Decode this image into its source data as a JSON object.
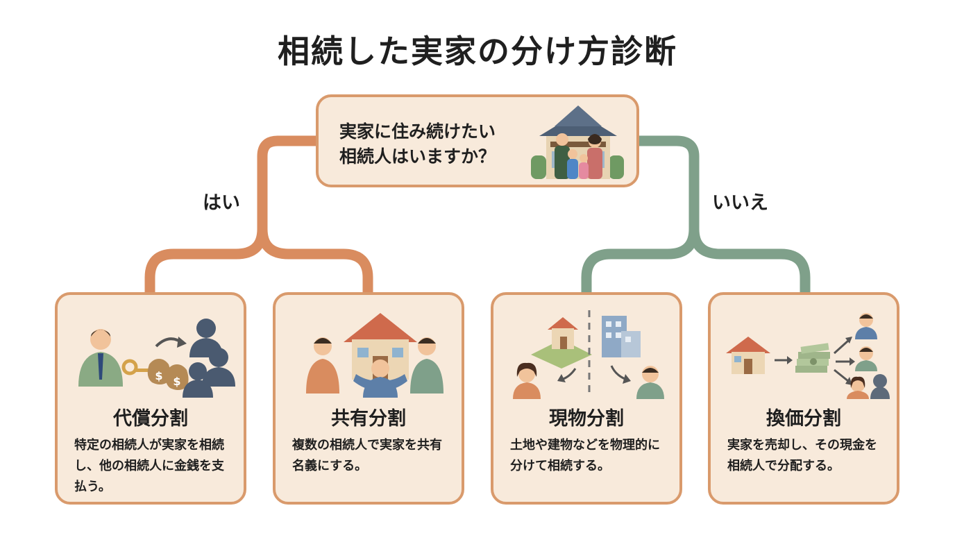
{
  "title": "相続した実家の分け方診断",
  "question": {
    "line1": "実家に住み続けたい",
    "line2": "相続人はいますか？"
  },
  "branches": {
    "yes": "はい",
    "no": "いいえ"
  },
  "colors": {
    "yes_branch": "#d98c5f",
    "no_branch": "#7fa08a",
    "card_fill": "#f8eadb",
    "card_border": "#d99a6c"
  },
  "cards": [
    {
      "title": "代償分割",
      "desc": "特定の相続人が実家を相続し、他の相続人に金銭を支払う。",
      "illustration": "person-key-money-bags-arrow-people-icon"
    },
    {
      "title": "共有分割",
      "desc": "複数の相続人で実家を共有名義にする。",
      "illustration": "people-hugging-house-icon"
    },
    {
      "title": "現物分割",
      "desc": "土地や建物などを物理的に分けて相続する。",
      "illustration": "land-house-building-split-icon"
    },
    {
      "title": "換価分割",
      "desc": "実家を売却し、その現金を相続人で分配する。",
      "illustration": "house-cash-distribution-icon"
    }
  ]
}
